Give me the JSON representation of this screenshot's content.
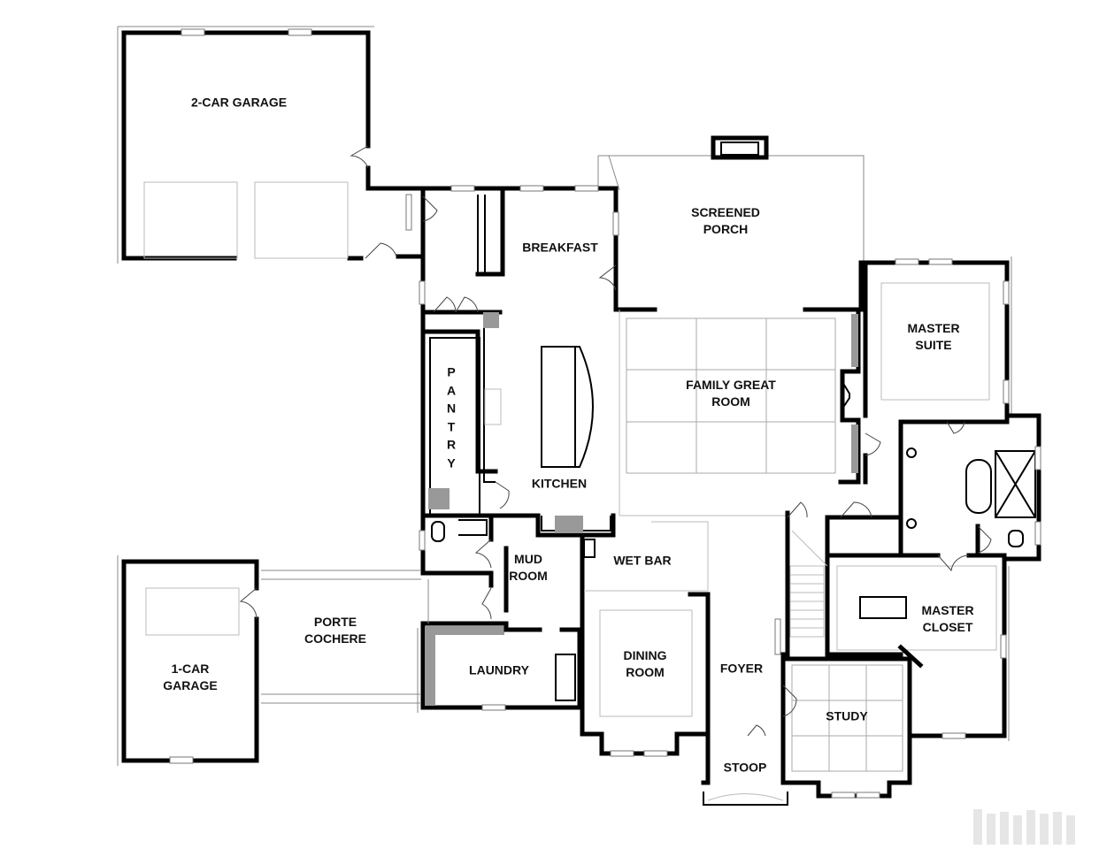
{
  "rooms": {
    "garage_2car": "2-CAR GARAGE",
    "screened_porch": "SCREENED\nPORCH",
    "breakfast": "BREAKFAST",
    "master_suite": "MASTER\nSUITE",
    "pantry": "P\nA\nN\nT\nR\nY",
    "family_great_room": "FAMILY GREAT\nROOM",
    "kitchen": "KITCHEN",
    "mud_room": "MUD\nROOM",
    "wet_bar": "WET BAR",
    "porte_cochere": "PORTE\nCOCHERE",
    "master_closet": "MASTER\nCLOSET",
    "garage_1car": "1-CAR\nGARAGE",
    "laundry": "LAUNDRY",
    "dining_room": "DINING\nROOM",
    "foyer": "FOYER",
    "study": "STUDY",
    "stoop": "STOOP"
  },
  "colors": {
    "walls": "#000000",
    "outlines": "#888888",
    "background": "#ffffff"
  }
}
